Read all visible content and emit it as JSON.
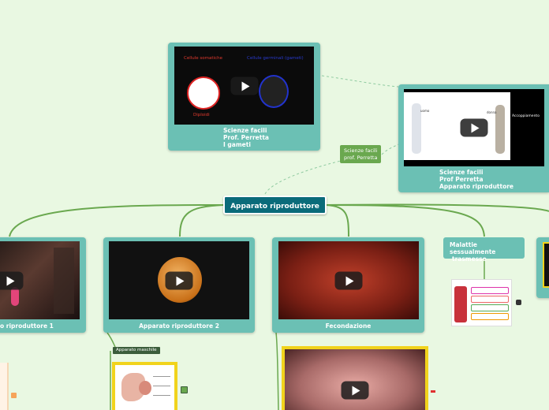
{
  "central_topic": "Apparato riproduttore",
  "video_cards": {
    "gameti": {
      "caption": [
        "Scienze facili",
        "Prof. Perretta",
        "I gameti"
      ],
      "thumb_labels": {
        "left": "Cellule somatiche",
        "right": "Cellule germinali (gameti)",
        "bottom": "Diploidi"
      }
    },
    "apparato": {
      "caption": [
        "Scienze facili",
        "Prof Perretta",
        "Apparato riproduttore"
      ],
      "thumb_labels": {
        "left_figure": "uomo",
        "right_figure": "donna",
        "right_text": "Accoppiamento"
      }
    },
    "rip1": {
      "caption": "o riproduttore 1"
    },
    "rip2": {
      "caption": "Apparato riproduttore 2"
    },
    "fecondazione": {
      "caption": "Fecondazione"
    }
  },
  "floating_label": [
    "Scienze facili",
    "prof. Perretta"
  ],
  "malattie": [
    "Malattie sessualmente",
    "trasmesse"
  ],
  "apparato_maschile_label": "Apparato maschile",
  "accent_colors": {
    "background": "#e9f8e2",
    "card": "#6bc0b4",
    "central": "#0a6b7a",
    "connector": "#6aa84f",
    "highlight": "#f1d31c"
  }
}
